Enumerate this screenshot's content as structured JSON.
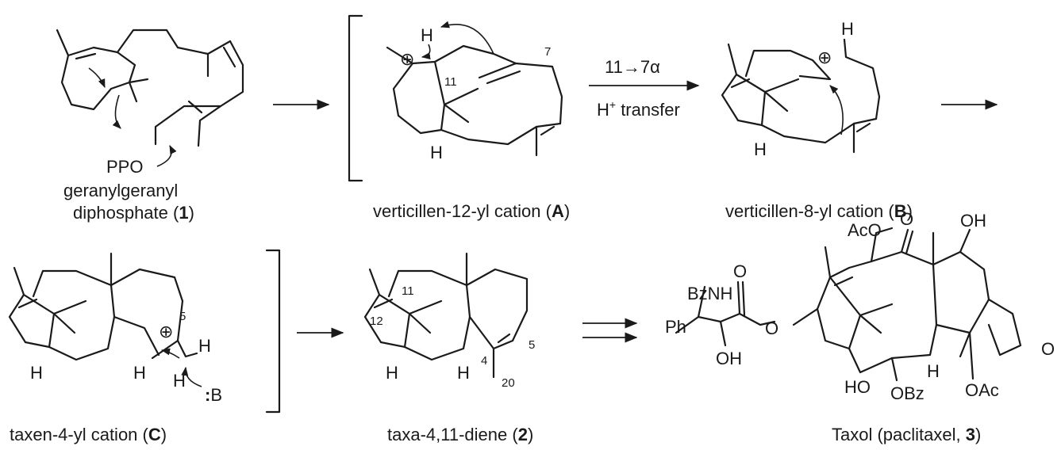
{
  "labels": {
    "cmpd1_line1": "geranylgeranyl",
    "cmpd1_line2_pre": "diphosphate (",
    "cmpd1_num": "1",
    "close": ")",
    "cmpdA_pre": "verticillen-12-yl cation (",
    "cmpdA_letter": "A",
    "cmpdB_pre": "verticillen-8-yl cation (",
    "cmpdB_letter": "B",
    "cmpdC_pre": "taxen-4-yl cation (",
    "cmpdC_letter": "C",
    "cmpd2_pre": "taxa-4,11-diene (",
    "cmpd2_num": "2",
    "cmpd3_pre": "Taxol (paclitaxel, ",
    "cmpd3_num": "3"
  },
  "arrow_label": {
    "line1": "11→7α",
    "line2_pre": "H",
    "line2_sup": "+",
    "line2_post": " transfer"
  },
  "atoms": {
    "ppo": "PPO",
    "h": "H",
    "cation": "⊕",
    "base_dot": ":",
    "base": "B",
    "bznh": "BzNH",
    "ph": "Ph",
    "o": "O",
    "oh": "OH",
    "aco": "AcO",
    "ho": "HO",
    "obz": "OBz",
    "oac": "OAc"
  },
  "locants": {
    "n11": "11",
    "n7": "7",
    "n5": "5",
    "n12": "12",
    "n4": "4",
    "n20": "20"
  }
}
